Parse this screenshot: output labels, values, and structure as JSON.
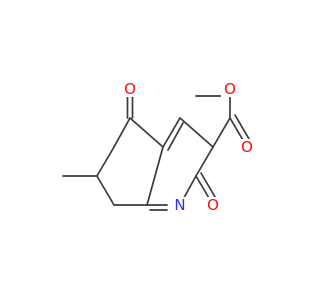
{
  "molecule": {
    "atoms": {
      "O1": {
        "label": "O"
      },
      "O2": {
        "label": "O"
      },
      "O3": {
        "label": "O"
      },
      "O4": {
        "label": "O"
      },
      "N1": {
        "label": "N"
      }
    }
  },
  "colors": {
    "bond": "#3a3a3a",
    "oxygen": "#ff0d0d",
    "nitrogen": "#2c2cff",
    "background": "#ffffff"
  }
}
